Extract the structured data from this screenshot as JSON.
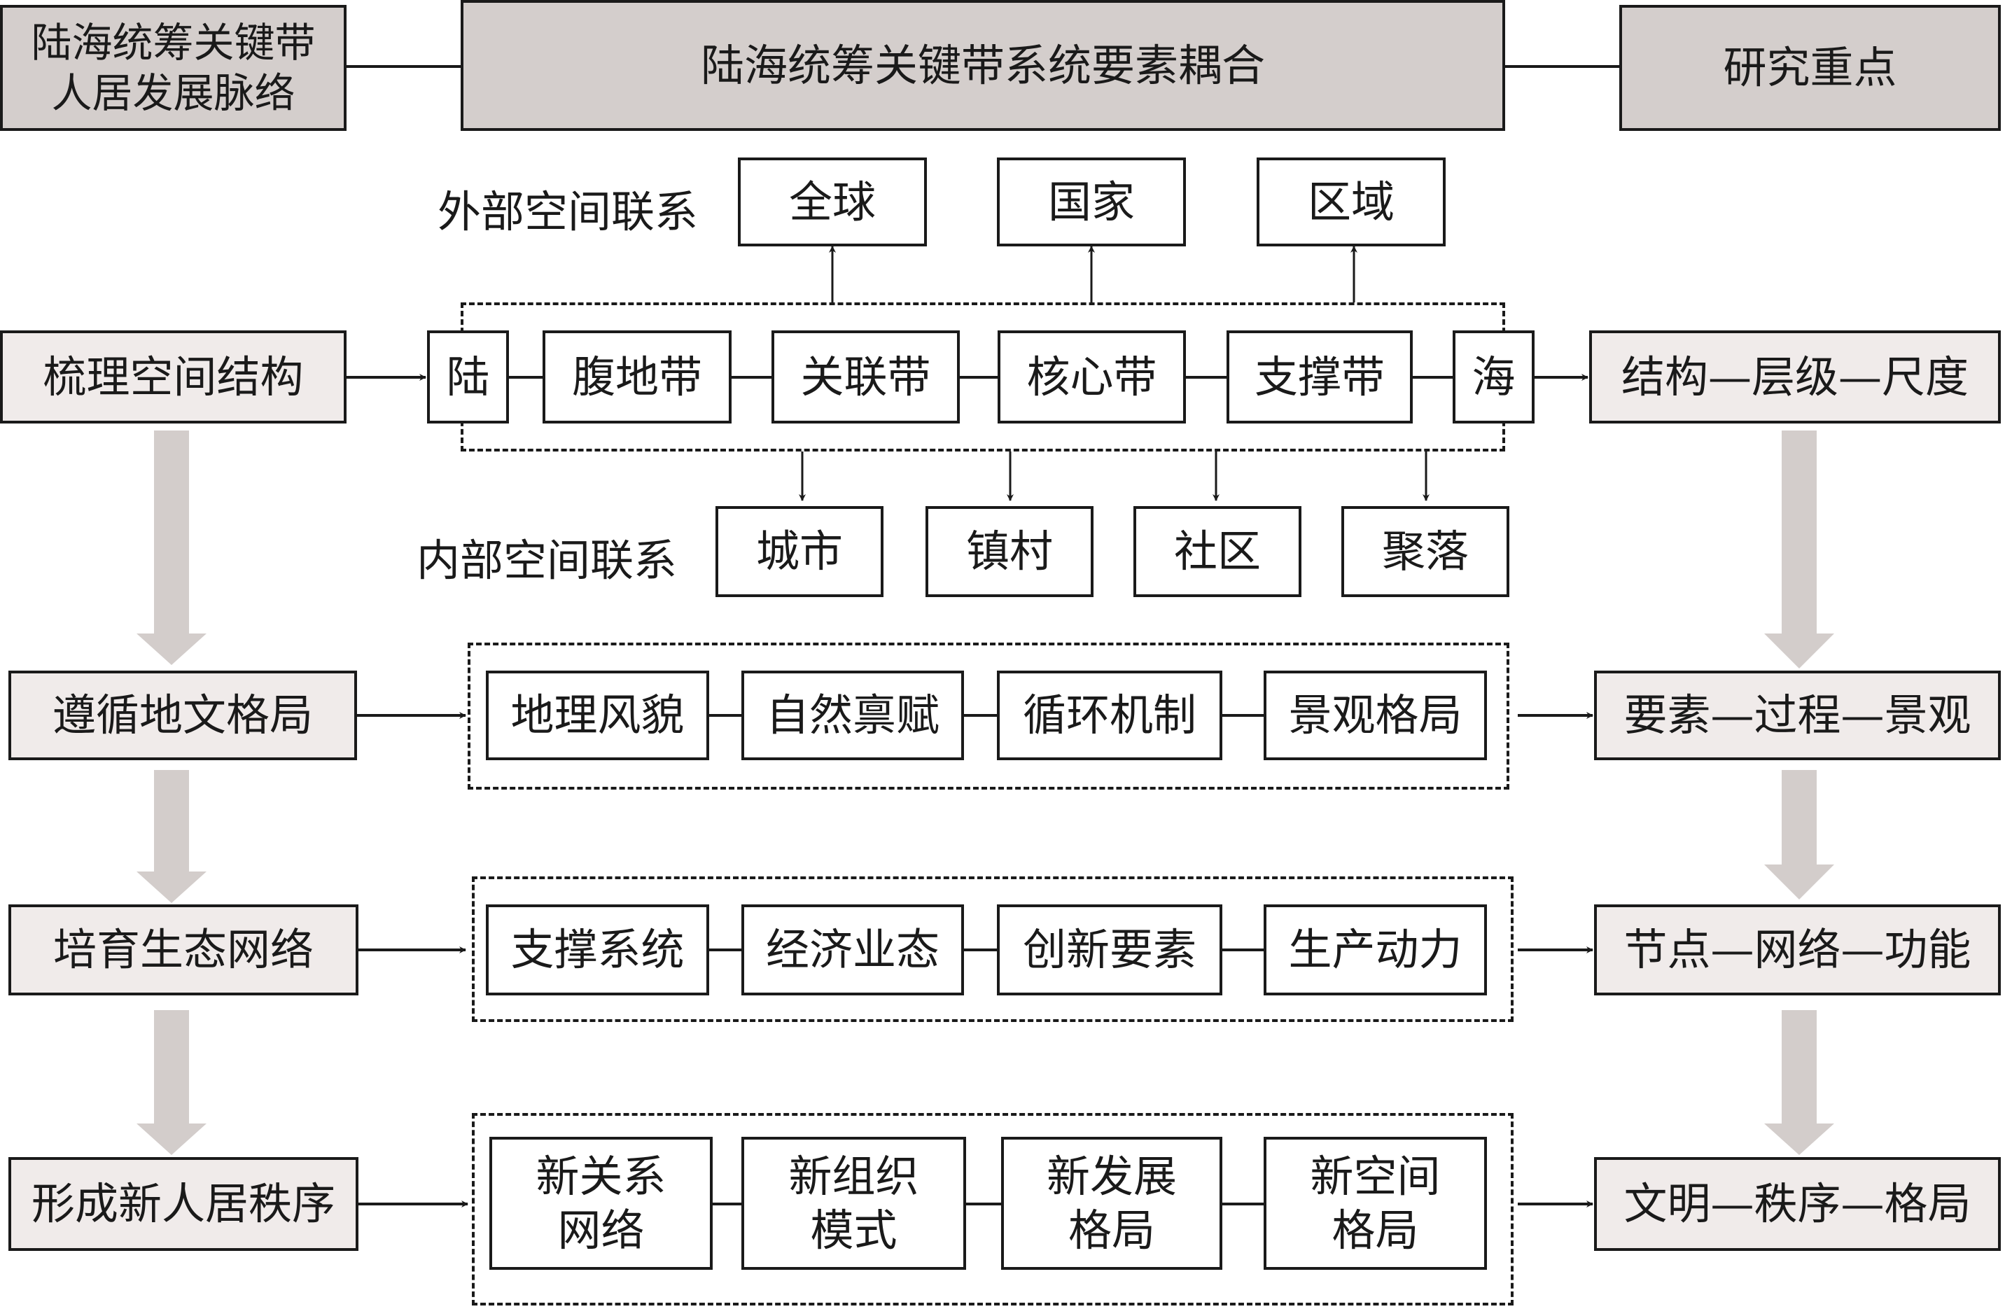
{
  "header": {
    "left": "陆海统筹关键带\n人居发展脉络",
    "center": "陆海统筹关键带系统要素耦合",
    "right": "研究重点"
  },
  "external": {
    "label": "外部空间联系",
    "items": [
      "全球",
      "国家",
      "区域"
    ]
  },
  "internal": {
    "label": "内部空间联系",
    "items": [
      "城市",
      "镇村",
      "社区",
      "聚落"
    ]
  },
  "rows": [
    {
      "left": "梳理空间结构",
      "items": [
        "陆",
        "腹地带",
        "关联带",
        "核心带",
        "支撑带",
        "海"
      ],
      "right": "结构—层级—尺度"
    },
    {
      "left": "遵循地文格局",
      "items": [
        "地理风貌",
        "自然禀赋",
        "循环机制",
        "景观格局"
      ],
      "right": "要素—过程—景观"
    },
    {
      "left": "培育生态网络",
      "items": [
        "支撑系统",
        "经济业态",
        "创新要素",
        "生产动力"
      ],
      "right": "节点—网络—功能"
    },
    {
      "left": "形成新人居秩序",
      "items": [
        "新关系\n网络",
        "新组织\n模式",
        "新发展\n格局",
        "新空间\n格局"
      ],
      "right": "文明—秩序—格局"
    }
  ],
  "colors": {
    "header_fill": "#d4cecc",
    "side_fill": "#f0ebea",
    "big_arrow": "#d3cdcb",
    "line": "#1a1a1a"
  }
}
